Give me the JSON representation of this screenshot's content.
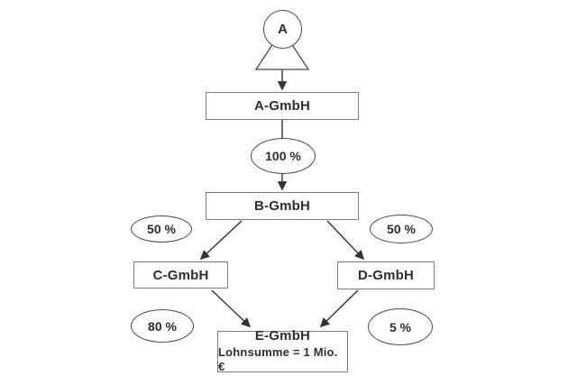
{
  "figure": {
    "type": "ownership-structure-diagram",
    "shareholder": {
      "label": "A"
    },
    "boxes": {
      "a": "A-GmbH",
      "b": "B-GmbH",
      "c": "C-GmbH",
      "d": "D-GmbH",
      "e_title": "E-GmbH",
      "e_subtitle": "Lohnsumme = 1 Mio. €"
    },
    "ownership_labels": {
      "a_to_b": "100 %",
      "b_to_c": "50 %",
      "b_to_d": "50 %",
      "c_to_e": "80 %",
      "d_to_e": "5 %"
    },
    "edges": [
      {
        "from": "A (person)",
        "to": "A-GmbH",
        "share": ""
      },
      {
        "from": "A-GmbH",
        "to": "B-GmbH",
        "share": "100 %"
      },
      {
        "from": "B-GmbH",
        "to": "C-GmbH",
        "share": "50 %"
      },
      {
        "from": "B-GmbH",
        "to": "D-GmbH",
        "share": "50 %"
      },
      {
        "from": "C-GmbH",
        "to": "E-GmbH",
        "share": "80 %"
      },
      {
        "from": "D-GmbH",
        "to": "E-GmbH",
        "share": "5 %"
      }
    ],
    "colors": {
      "background": "#ffffff",
      "box_border": "#7f7f7f",
      "ellipse_border": "#4a4a4a",
      "line": "#333333",
      "text": "#2e2e2e"
    }
  }
}
